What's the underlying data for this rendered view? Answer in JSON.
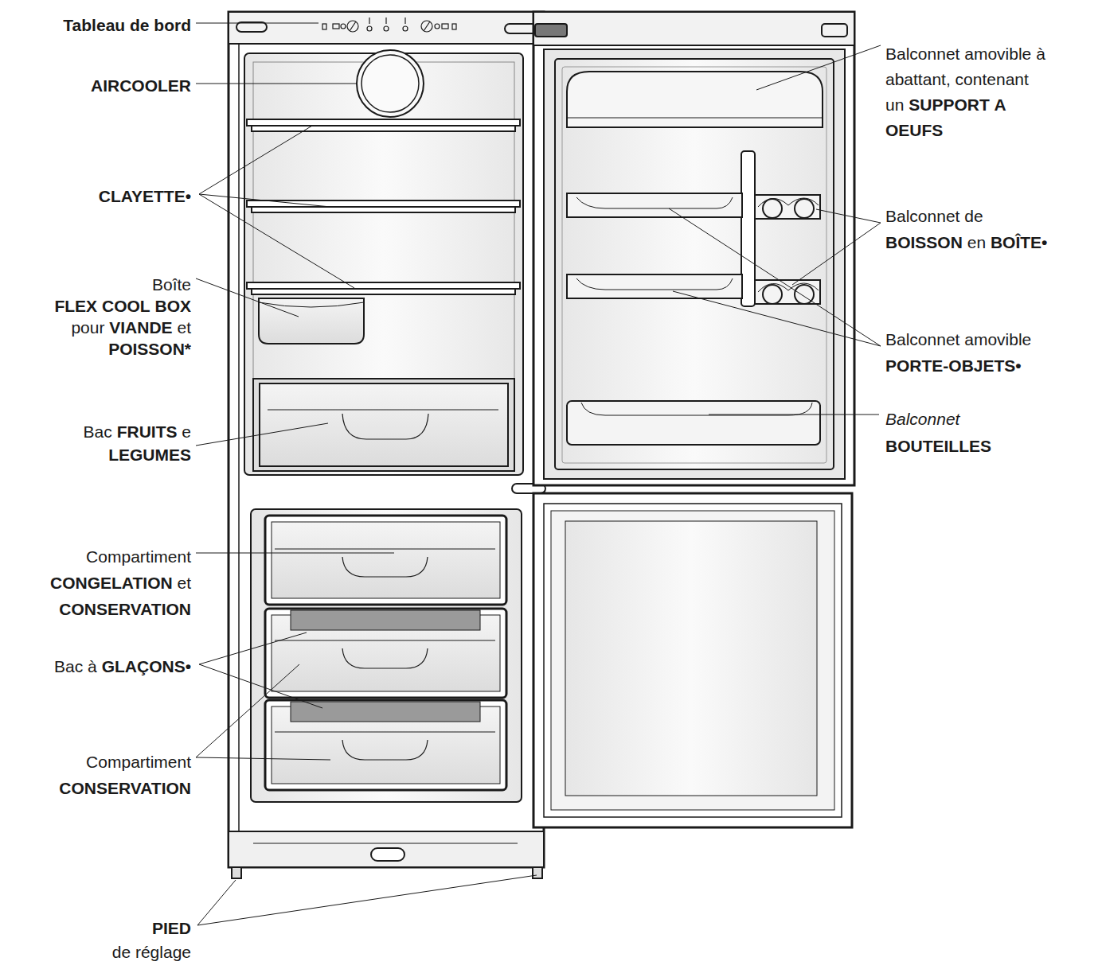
{
  "diagram": {
    "labels": [
      "Tableau de bord",
      "AIRCOOLER",
      "CLAYETTE•",
      "Boîte FLEX COOL BOX pour VIANDE et POISSON*",
      "Bac FRUITS e LEGUMES",
      "Compartiment CONGELATION et CONSERVATION",
      "Bac à GLAÇONS•",
      "Compartiment CONSERVATION",
      "PIED de réglage",
      "Balconnet amovible à abattant, contenant un SUPPORT A OEUFS",
      "Balconnet de BOISSON en BOÎTE•",
      "Balconnet amovible PORTE-OBJETS•",
      "Balconnet BOUTEILLES"
    ]
  }
}
